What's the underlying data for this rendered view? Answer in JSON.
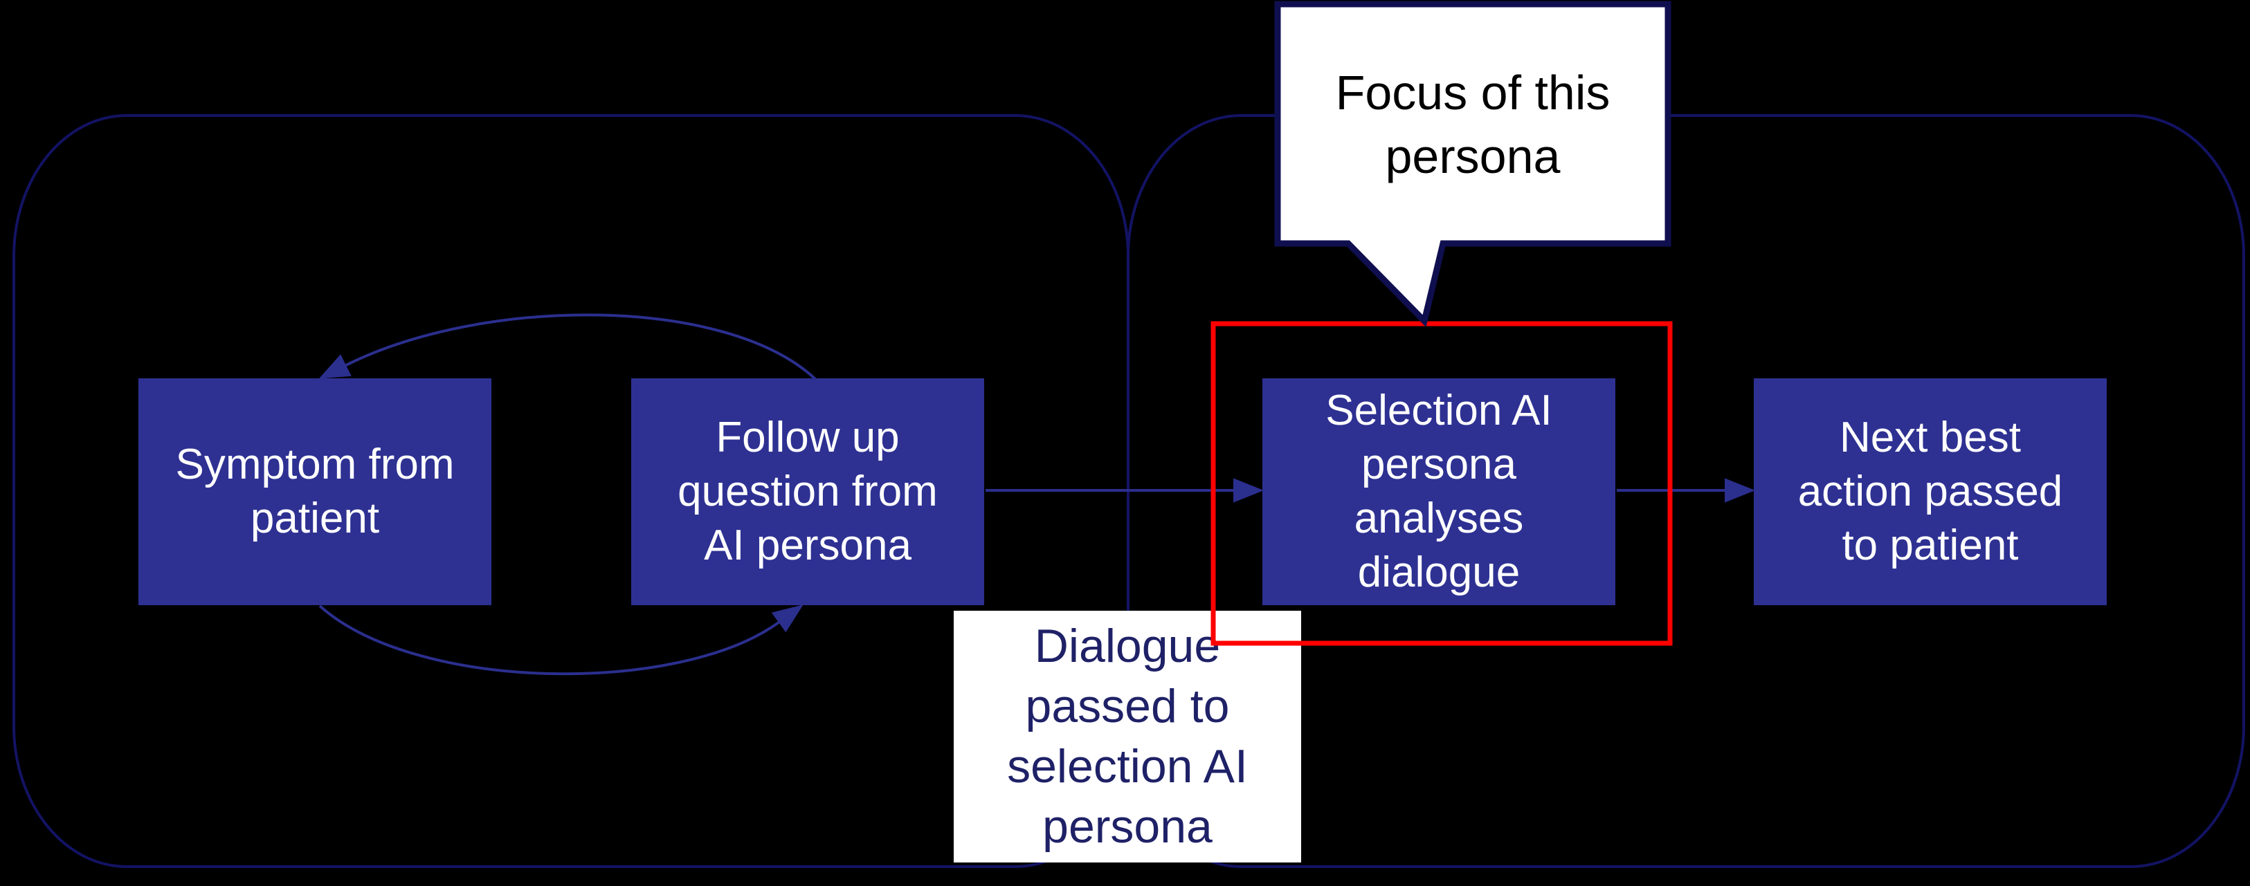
{
  "slide": {
    "background_color": "#000000",
    "description": "AI persona dialogue flow diagram"
  },
  "colors": {
    "box_fill": "#2E3192",
    "box_text": "#FFFFFF",
    "arrow": "#2B2F8E",
    "group_outline_border": "#131364",
    "highlight_border": "#FF0000",
    "callout_background": "#FFFFFF",
    "callout_border": "#0F0F50",
    "callout_text": "#000000",
    "note_background": "#FFFFFF",
    "note_text": "#1F2167"
  },
  "flow": {
    "boxes": [
      {
        "id": "symptom",
        "label": "Symptom from\npatient"
      },
      {
        "id": "followup",
        "label": "Follow up\nquestion from\nAI persona"
      },
      {
        "id": "selection",
        "label": "Selection AI\npersona\nanalyses\ndialogue"
      },
      {
        "id": "nextbest",
        "label": "Next best\naction passed\nto patient"
      }
    ],
    "arrows": [
      {
        "id": "arc-followup-to-symptom",
        "from": "followup",
        "to": "symptom",
        "shape": "curved"
      },
      {
        "id": "arc-symptom-to-followup",
        "from": "symptom",
        "to": "followup",
        "shape": "curved"
      },
      {
        "id": "arrow-followup-to-selection",
        "from": "followup",
        "to": "selection",
        "shape": "straight"
      },
      {
        "id": "arrow-selection-to-nextbest",
        "from": "selection",
        "to": "nextbest",
        "shape": "straight"
      }
    ]
  },
  "callout": {
    "label": "Focus of this\npersona",
    "points_to": "selection"
  },
  "note": {
    "label": "Dialogue\npassed to\nselection AI\npersona"
  },
  "highlight": {
    "around": "selection"
  }
}
